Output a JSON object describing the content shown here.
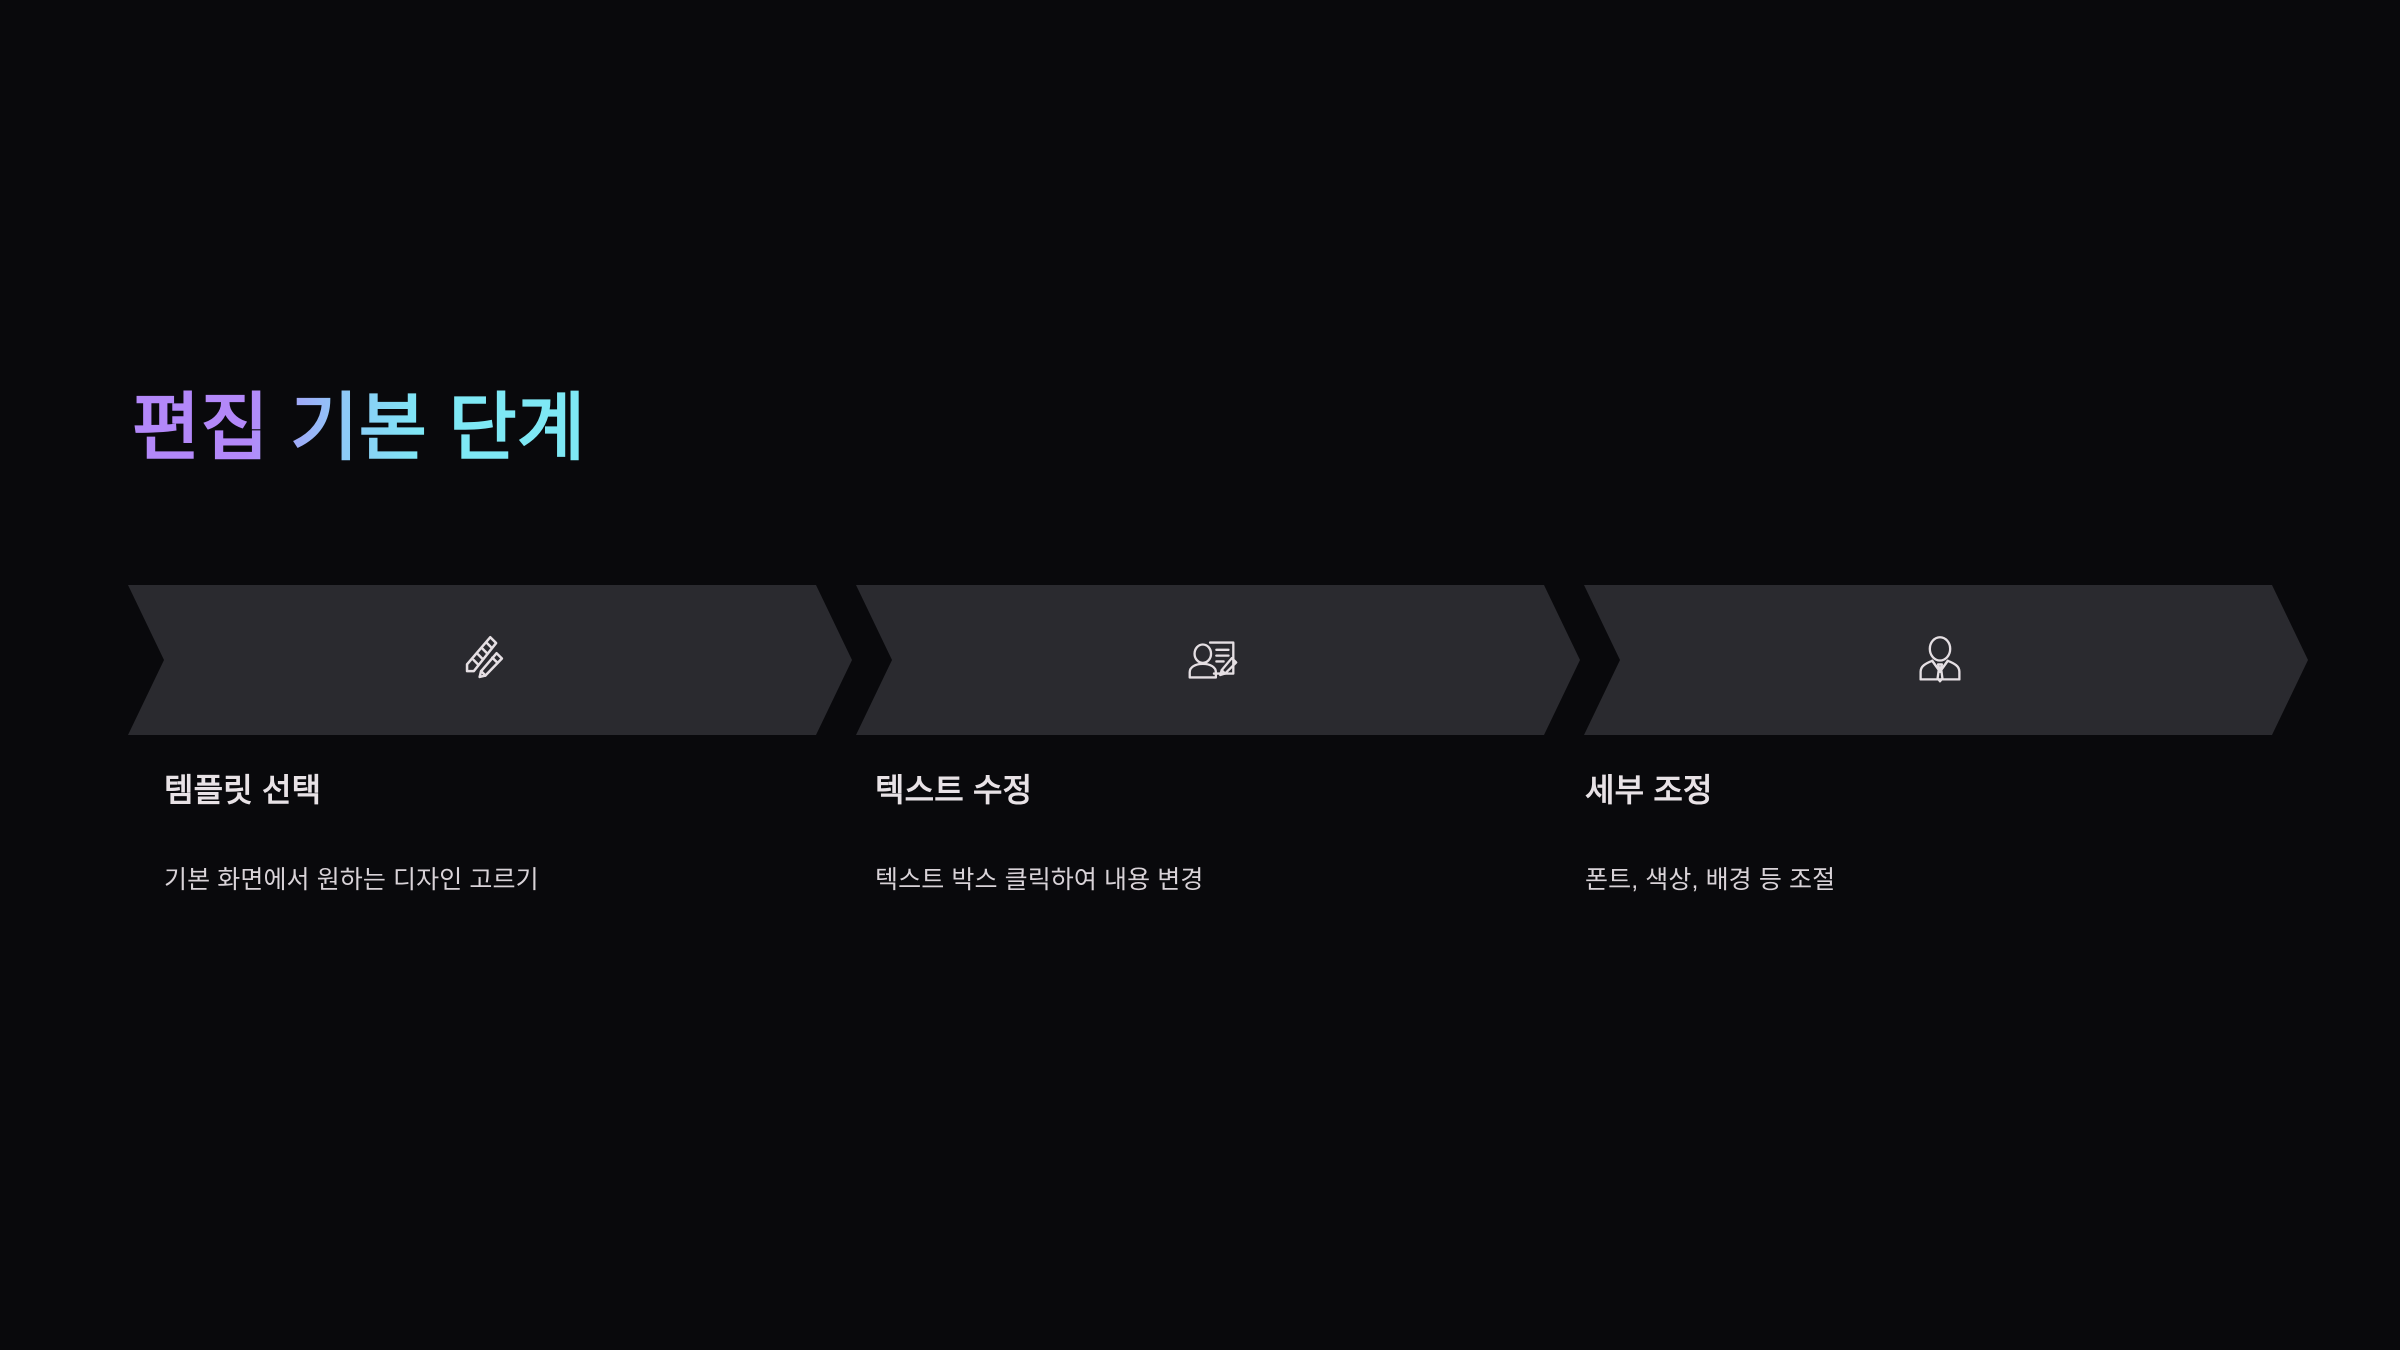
{
  "slide": {
    "background_color": "#09090c",
    "title": "편집 기본 단계",
    "title_gradient_start": "#b388f9",
    "title_gradient_end": "#7ee8f5"
  },
  "band": {
    "chevron_fill": "#2a2a2f",
    "icon_stroke": "#e5dfe3"
  },
  "steps": [
    {
      "icon": "ruler-pencil-icon",
      "heading": "템플릿 선택",
      "description": "기본 화면에서 원하는 디자인 고르기"
    },
    {
      "icon": "person-document-edit-icon",
      "heading": "텍스트 수정",
      "description": "텍스트 박스 클릭하여 내용 변경"
    },
    {
      "icon": "person-suit-icon",
      "heading": "세부 조정",
      "description": "폰트, 색상, 배경 등 조절"
    }
  ]
}
